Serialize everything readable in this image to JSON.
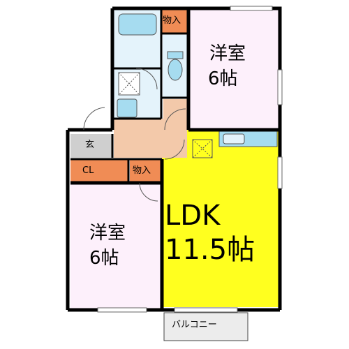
{
  "colors": {
    "wall": "#000000",
    "western_room": "#fdf0fb",
    "ldk": "#ffff1f",
    "storage": "#f08c55",
    "hall": "#f3c9aa",
    "wet_area": "#e4f3fb",
    "fixture": "#a6dcf0",
    "entrance": "#cfcfcf",
    "balcony": "#ececec"
  },
  "rooms": {
    "western_room_1": {
      "name": "洋室",
      "size": "6帖"
    },
    "western_room_2": {
      "name": "洋室",
      "size": "6帖"
    },
    "ldk": {
      "name": "LDK",
      "size": "11.5帖"
    }
  },
  "labels": {
    "storage_top": "物入",
    "storage_mid": "物入",
    "closet": "CL",
    "entrance": "玄",
    "balcony": "バルコニー"
  }
}
